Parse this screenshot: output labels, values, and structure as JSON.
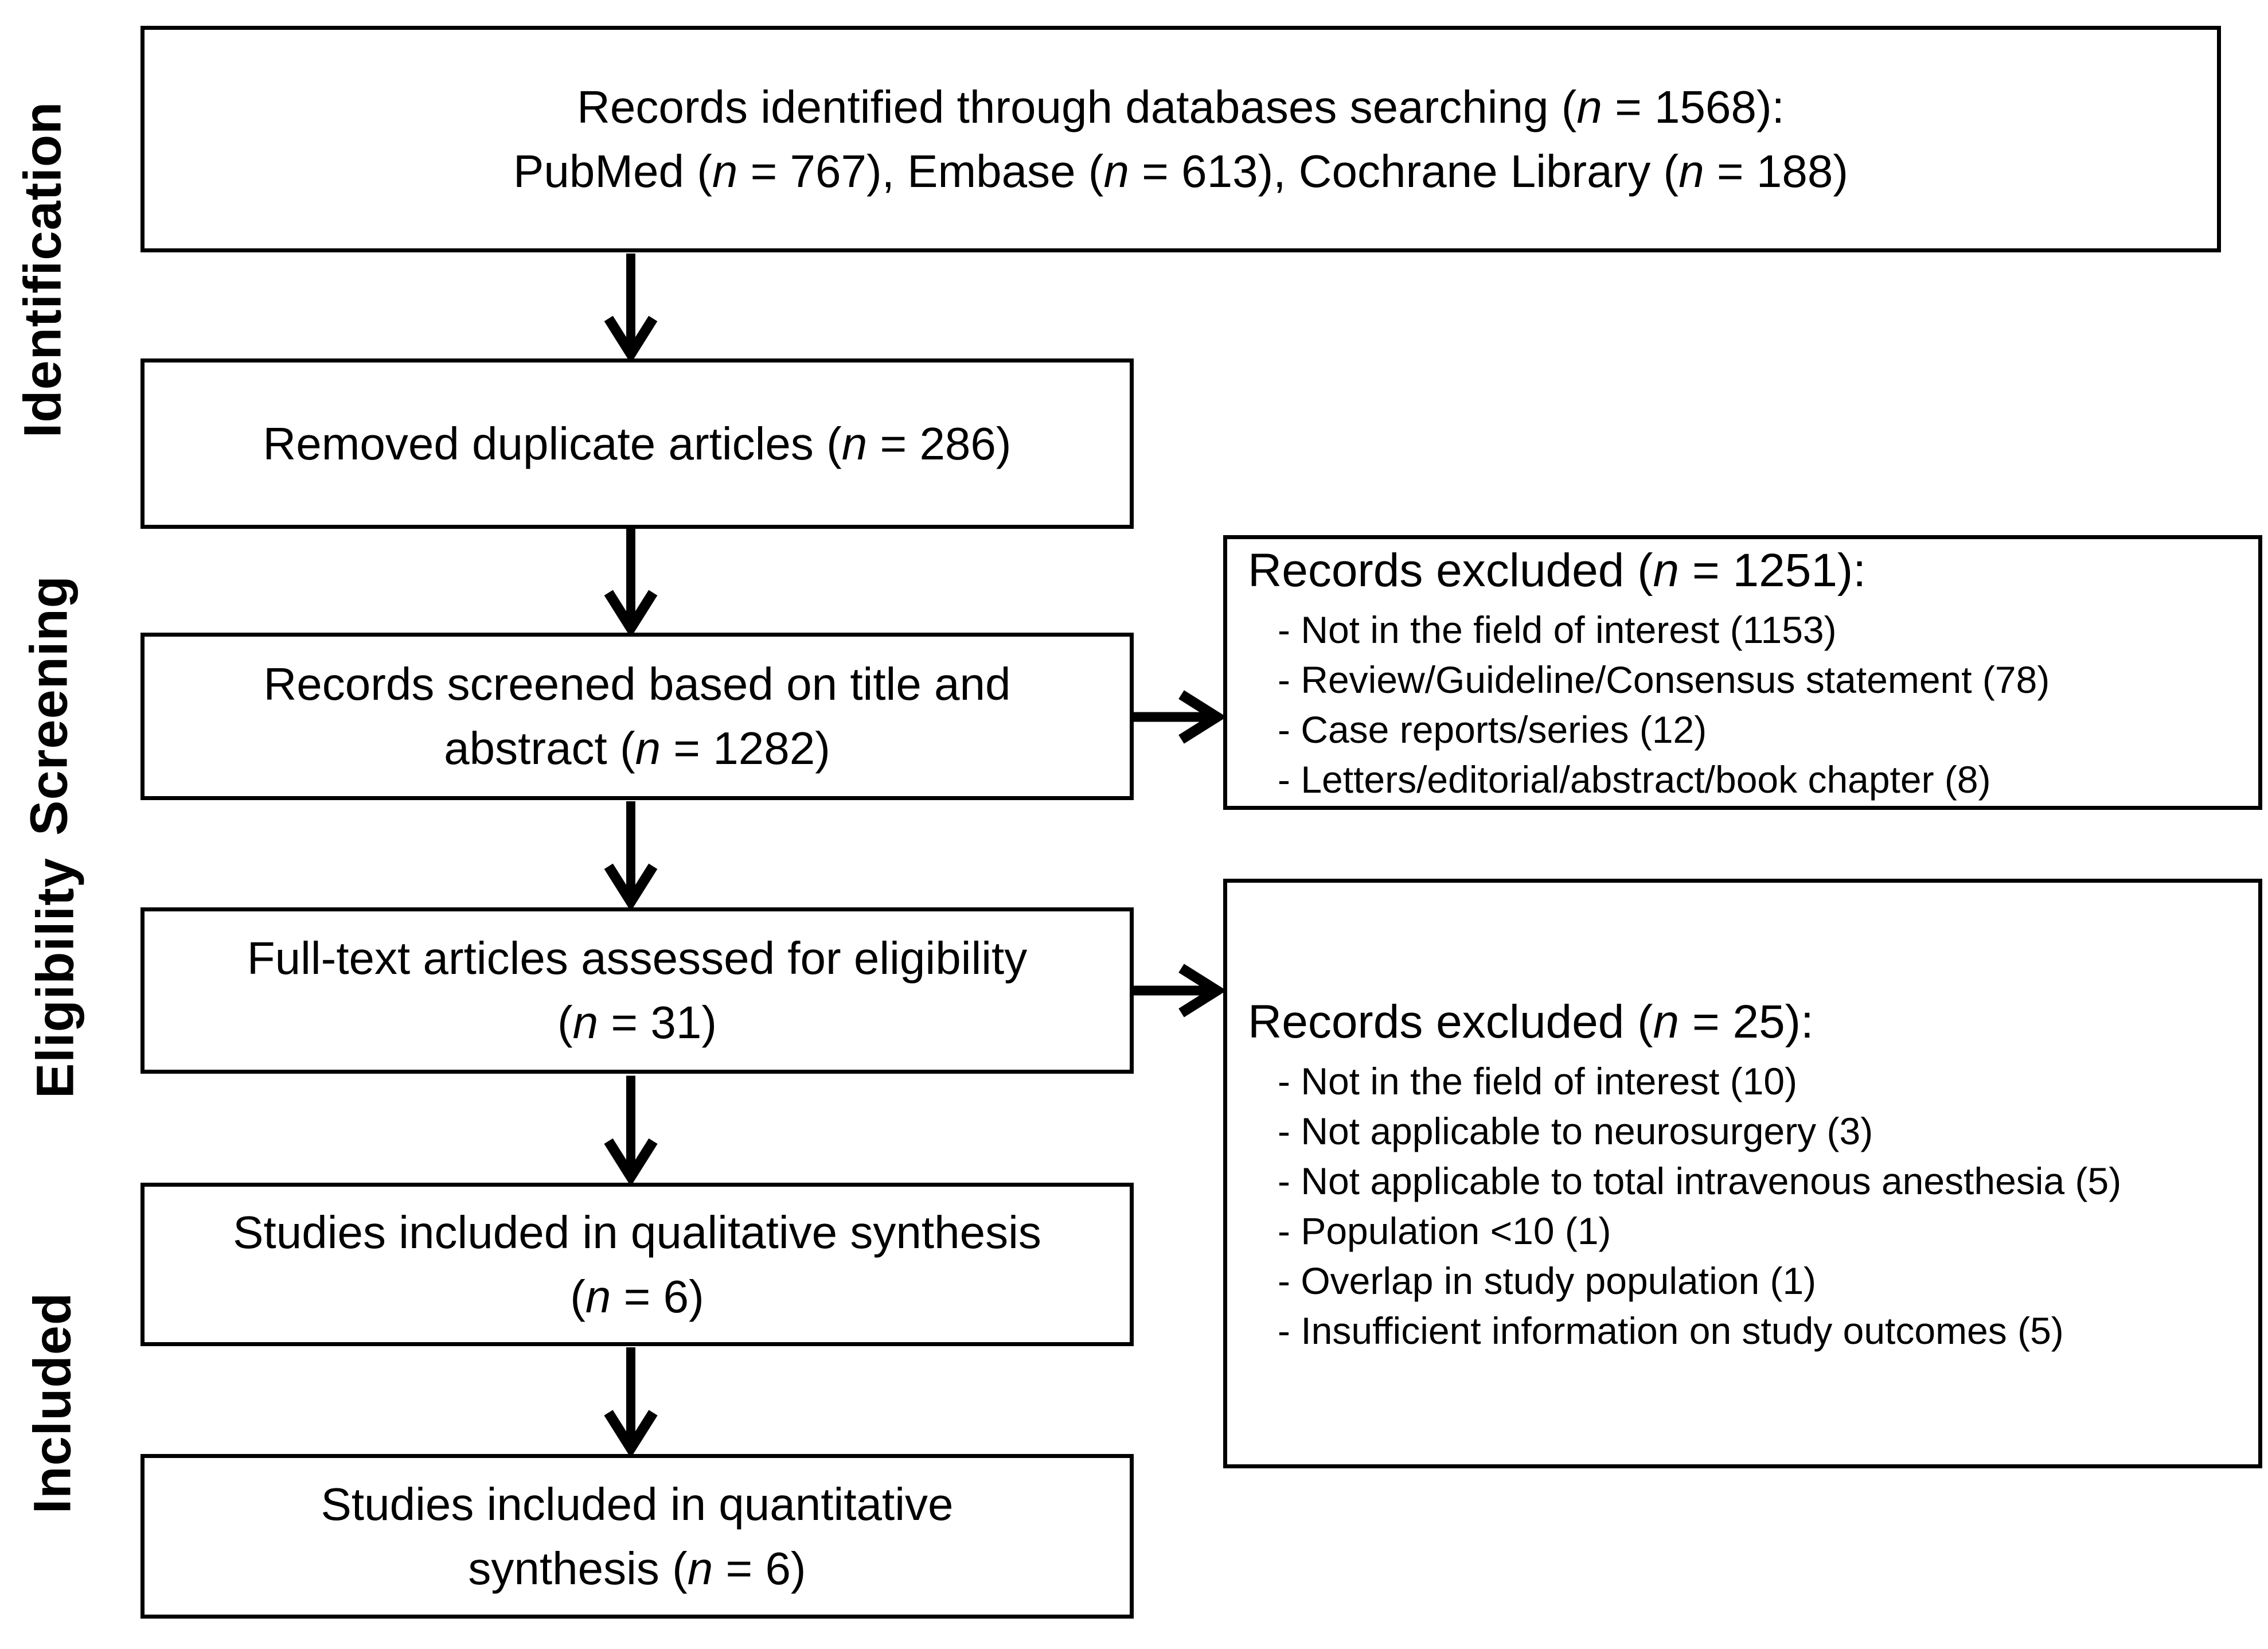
{
  "colors": {
    "ink": "#000000",
    "background": "#ffffff"
  },
  "stages": [
    {
      "label": "Identification"
    },
    {
      "label": "Screening"
    },
    {
      "label": "Eligibility"
    },
    {
      "label": "Included"
    }
  ],
  "boxes": {
    "identified": {
      "lines": [
        [
          {
            "t": "Records identified through databases searching ("
          },
          {
            "t": "n",
            "i": true
          },
          {
            "t": " = 1568):"
          }
        ],
        [
          {
            "t": "PubMed ("
          },
          {
            "t": "n",
            "i": true
          },
          {
            "t": " = 767), Embase ("
          },
          {
            "t": "n",
            "i": true
          },
          {
            "t": " = 613), Cochrane Library ("
          },
          {
            "t": "n",
            "i": true
          },
          {
            "t": " = 188)"
          }
        ]
      ]
    },
    "duplicates_removed": {
      "lines": [
        [
          {
            "t": "Removed duplicate articles ("
          },
          {
            "t": "n",
            "i": true
          },
          {
            "t": " = 286)"
          }
        ]
      ]
    },
    "screened": {
      "lines": [
        [
          {
            "t": "Records screened based on title and"
          }
        ],
        [
          {
            "t": "abstract ("
          },
          {
            "t": "n",
            "i": true
          },
          {
            "t": " = 1282)"
          }
        ]
      ]
    },
    "fulltext": {
      "lines": [
        [
          {
            "t": "Full-text articles assessed for eligibility"
          }
        ],
        [
          {
            "t": "("
          },
          {
            "t": "n",
            "i": true
          },
          {
            "t": " = 31)"
          }
        ]
      ]
    },
    "qualitative": {
      "lines": [
        [
          {
            "t": "Studies included in qualitative synthesis"
          }
        ],
        [
          {
            "t": "("
          },
          {
            "t": "n",
            "i": true
          },
          {
            "t": " = 6)"
          }
        ]
      ]
    },
    "quantitative": {
      "lines": [
        [
          {
            "t": "Studies included in quantitative"
          }
        ],
        [
          {
            "t": "synthesis ("
          },
          {
            "t": "n",
            "i": true
          },
          {
            "t": " = 6)"
          }
        ]
      ]
    }
  },
  "exclusions": [
    {
      "title": [
        {
          "t": "Records excluded ("
        },
        {
          "t": "n",
          "i": true
        },
        {
          "t": " = 1251):"
        }
      ],
      "items": [
        "- Not in the field of interest (1153)",
        "- Review/Guideline/Consensus statement (78)",
        "- Case reports/series (12)",
        "- Letters/editorial/abstract/book chapter (8)"
      ]
    },
    {
      "title": [
        {
          "t": "Records excluded ("
        },
        {
          "t": "n",
          "i": true
        },
        {
          "t": " = 25):"
        }
      ],
      "items": [
        "- Not in the field of interest (10)",
        "- Not applicable to neurosurgery (3)",
        "- Not applicable to total intravenous anesthesia (5)",
        "- Population <10 (1)",
        "- Overlap in study population (1)",
        "- Insufficient information on study outcomes (5)"
      ]
    }
  ]
}
